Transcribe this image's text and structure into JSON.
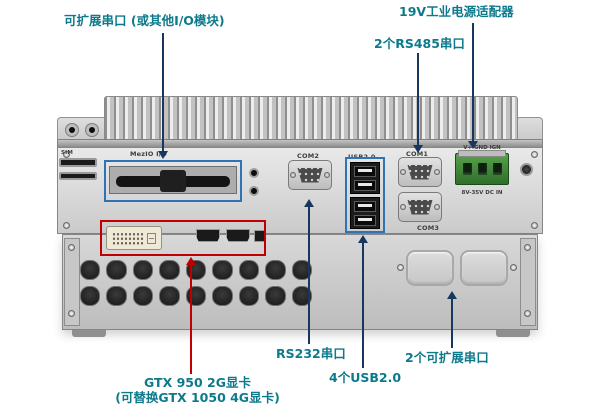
{
  "figure": {
    "labels": {
      "expand_serial_top": "可扩展串口 (或其他I/O模块)",
      "power_adapter": "19V工业电源适配器",
      "rs485": "2个RS485串口",
      "rs232": "RS232串口",
      "usb": "4个USB2.0",
      "expand_serial_bottom": "2个可扩展串口",
      "gpu_line1": "GTX 950 2G显卡",
      "gpu_line2": "(可替换GTX 1050 4G显卡)"
    }
  },
  "device": {
    "sim_label": "SIM",
    "mezio_label": "MezIO I/O",
    "com2_label": "COM2",
    "usb_label": "USB2.0",
    "com1_label": "COM1",
    "com3_label": "COM3",
    "power_pins_label": "V+ GND IGN",
    "power_range_label": "8V-35V DC IN"
  },
  "colors": {
    "label_teal": "#0d7a8c",
    "arrow_navy": "#17375e",
    "accent_red": "#c00000",
    "accent_blue": "#2e74b5"
  }
}
